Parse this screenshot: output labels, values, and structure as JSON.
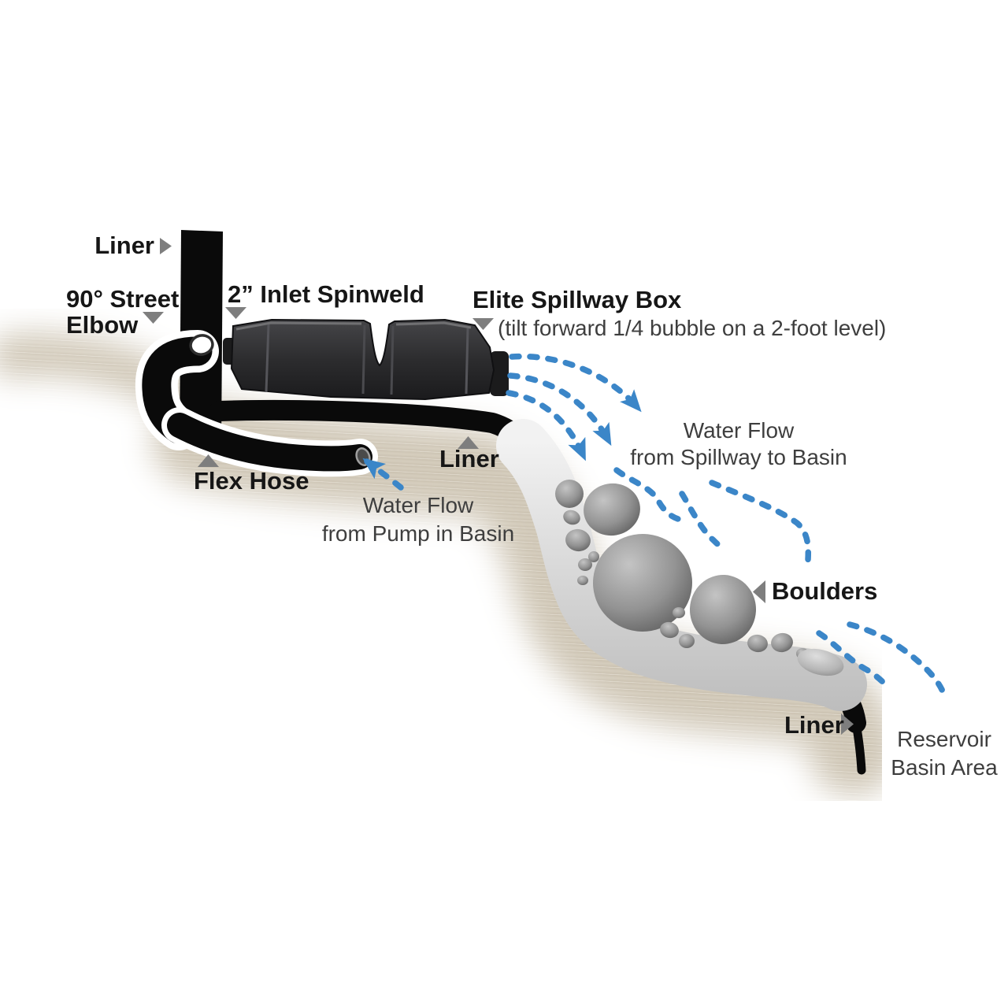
{
  "diagram": {
    "subject": "Elite Spillway Box waterfall installation cross-section",
    "labels": {
      "liner_top": "Liner",
      "street_elbow": {
        "line1": "90° Street",
        "line2": "Elbow"
      },
      "inlet_spinweld": "2” Inlet Spinweld",
      "spillway_box": "Elite Spillway Box",
      "spillway_box_note": "(tilt forward 1/4 bubble on a 2-foot level)",
      "liner_mid": "Liner",
      "flex_hose": "Flex Hose",
      "pump_flow": {
        "line1": "Water Flow",
        "line2": "from Pump in Basin"
      },
      "spillway_flow": {
        "line1": "Water Flow",
        "line2": "from Spillway to Basin"
      },
      "boulders": "Boulders",
      "liner_bottom": "Liner",
      "reservoir": {
        "line1": "Reservoir",
        "line2": "Basin Area"
      }
    },
    "icons": {
      "pointers": [
        "liner-top-pointer-right",
        "street-elbow-pointer-down",
        "inlet-spinweld-pointer-down",
        "spillway-box-pointer-down",
        "liner-mid-pointer-up",
        "flex-hose-pointer-up",
        "boulders-pointer-left",
        "liner-bottom-pointer-right"
      ],
      "flow_arrows": [
        "spillway-flow-arrow-1",
        "spillway-flow-arrow-2",
        "spillway-flow-arrow-3",
        "pump-flow-arrow"
      ],
      "water_wave_lines": 5
    },
    "colors": {
      "flow_blue": "#3b86c8",
      "pointer_gray": "#7e7e7e",
      "label_black": "#161616",
      "secondary_gray": "#3e3e3e",
      "soil_beige": "#d5cdbd",
      "liner_black": "#0a0a0a",
      "boulder_gray": "#939393",
      "gravel_gray": "#d9d9d9",
      "box_gray": "#2c2c2e",
      "background": "#ffffff"
    }
  }
}
